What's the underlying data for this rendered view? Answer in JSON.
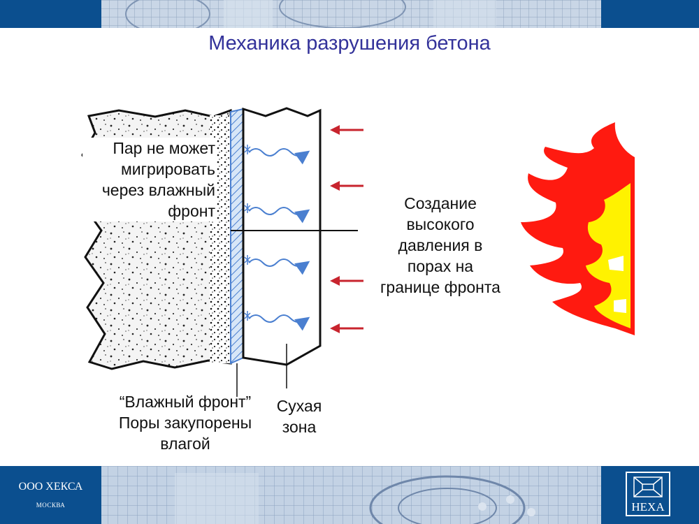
{
  "title": "Механика разрушения бетона",
  "labels": {
    "vapor": [
      "Пар не может",
      "мигрировать",
      "через влажный",
      "фронт"
    ],
    "pressure": [
      "Создание",
      "высокого",
      "давления в",
      "порах на",
      "границе фронта"
    ],
    "wet_front": [
      "“Влажный фронт”",
      "Поры закупорены",
      "влагой"
    ],
    "dry_zone": [
      "Сухая",
      "зона"
    ]
  },
  "footer": {
    "company": "ООО ХЕКСА",
    "city": "МОСКВА",
    "logo_text": "HEXA"
  },
  "colors": {
    "band": "#0b4f8f",
    "title": "#33329a",
    "arrow_blue": "#4a7fd0",
    "arrow_red": "#c8242e",
    "flame_red": "#ff1a10",
    "flame_yellow": "#fff200"
  },
  "icons": [
    "heat-arrow-icon",
    "vapor-arrow-icon",
    "flame-icon",
    "hexa-logo-icon"
  ]
}
